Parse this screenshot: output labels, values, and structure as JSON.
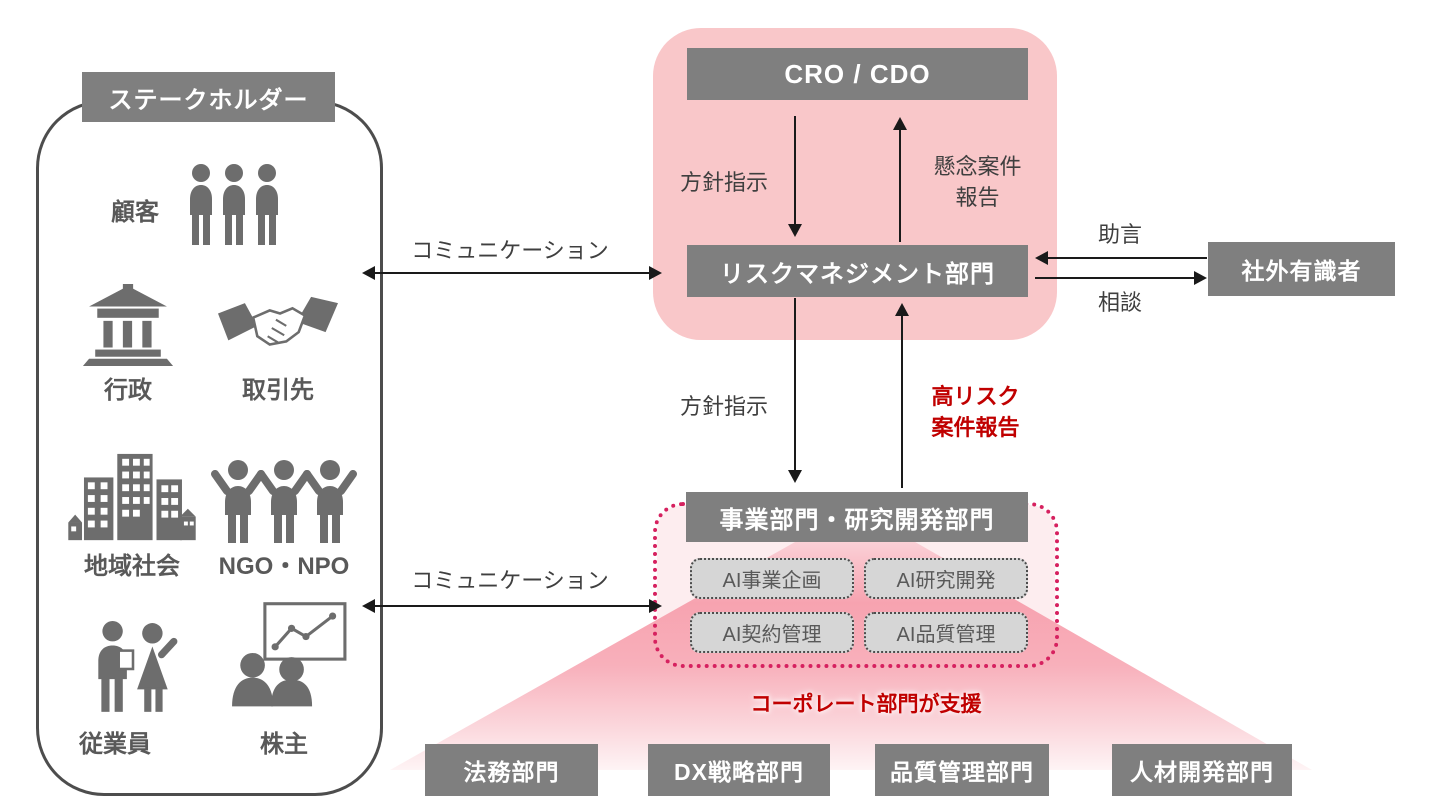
{
  "stakeholders": {
    "title": "ステークホルダー",
    "items": [
      {
        "label": "顧客",
        "icon": "customers-icon"
      },
      {
        "label": "行政",
        "icon": "government-icon"
      },
      {
        "label": "取引先",
        "icon": "handshake-icon"
      },
      {
        "label": "地域社会",
        "icon": "community-icon"
      },
      {
        "label": "NGO・NPO",
        "icon": "ngo-npo-icon"
      },
      {
        "label": "従業員",
        "icon": "employees-icon"
      },
      {
        "label": "株主",
        "icon": "shareholders-icon"
      }
    ]
  },
  "communication": {
    "top_label": "コミュニケーション",
    "bottom_label": "コミュニケーション"
  },
  "governance": {
    "cro_cdo": "CRO / CDO",
    "risk_dept": "リスクマネジメント部門",
    "policy_instruction": "方針指示",
    "concern_report_line1": "懸念案件",
    "concern_report_line2": "報告"
  },
  "external_experts": {
    "label": "社外有識者",
    "advice": "助言",
    "consult": "相談"
  },
  "escalation": {
    "policy_instruction": "方針指示",
    "high_risk_line1": "高リスク",
    "high_risk_line2": "案件報告"
  },
  "business_unit": {
    "header": "事業部門・研究開発部門",
    "functions": [
      "AI事業企画",
      "AI研究開発",
      "AI契約管理",
      "AI品質管理"
    ]
  },
  "corporate_support": {
    "caption": "コーポレート部門が支援",
    "departments": [
      "法務部門",
      "DX戦略部門",
      "品質管理部門",
      "人材開発部門"
    ]
  },
  "colors": {
    "box_gray": "#7f7f7f",
    "panel_border_gray": "#4d4d4d",
    "icon_gray": "#6d6d6d",
    "label_gray": "#595959",
    "pink_fill": "#f9c7c9",
    "dotted_pink_border": "#d6215f",
    "cell_gray": "#d6d6d6",
    "alert_red": "#c00000",
    "trapezoid_pink": "#f7a3b0",
    "arrow_black": "#1a1a1a"
  }
}
